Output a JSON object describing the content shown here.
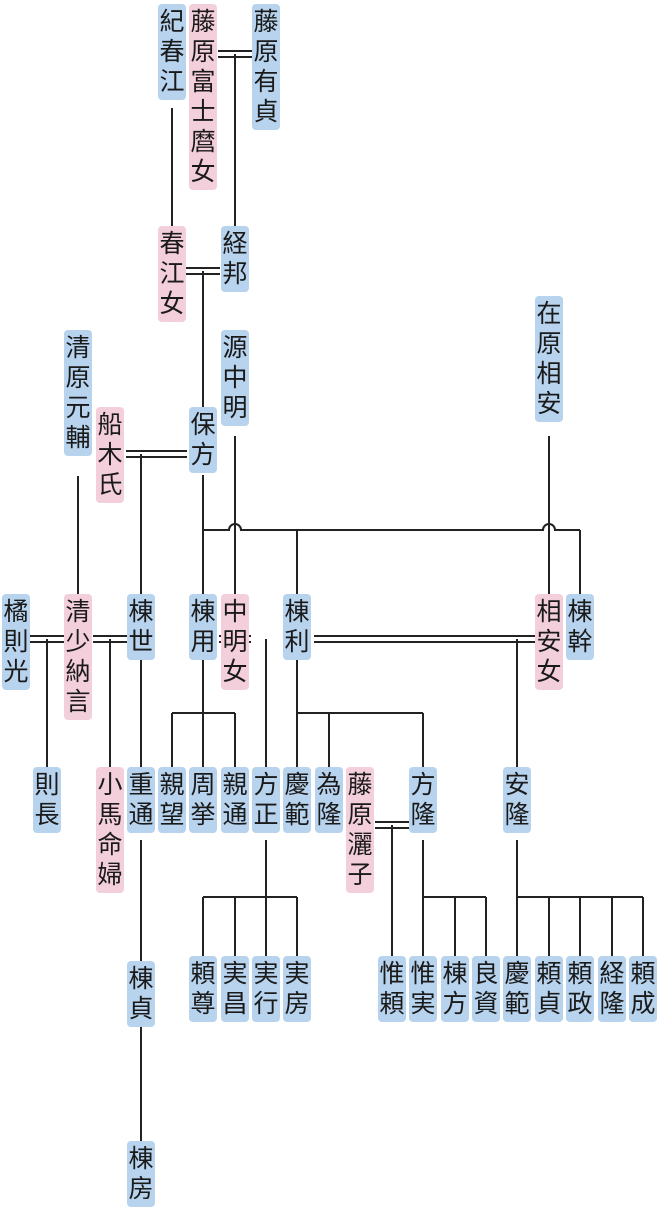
{
  "nodes": {
    "ki_harue": {
      "name": "紀春江",
      "sex": "m"
    },
    "fujiwara_fujimaro_jo": {
      "name": "藤原富士麿女",
      "sex": "f"
    },
    "fujiwara_arisada": {
      "name": "藤原有貞",
      "sex": "m"
    },
    "harue_jo": {
      "name": "春江女",
      "sex": "f"
    },
    "tsunekuni": {
      "name": "経邦",
      "sex": "m"
    },
    "ariwara_sukeyasu": {
      "name": "在原相安",
      "sex": "m"
    },
    "kiyohara_motosuke": {
      "name": "清原元輔",
      "sex": "m"
    },
    "funaki_shi": {
      "name": "船木氏",
      "sex": "f"
    },
    "yasukata": {
      "name": "保方",
      "sex": "m"
    },
    "minamoto_nakaakira": {
      "name": "源中明",
      "sex": "m"
    },
    "tachibana_norimitsu": {
      "name": "橘則光",
      "sex": "m"
    },
    "sei_shonagon": {
      "name": "清少納言",
      "sex": "f"
    },
    "muneyo": {
      "name": "棟世",
      "sex": "m"
    },
    "muneyo2": {
      "name": "棟用",
      "sex": "m"
    },
    "nakaakira_jo": {
      "name": "中明女",
      "sex": "f"
    },
    "munetoshi": {
      "name": "棟利",
      "sex": "m"
    },
    "sukeyasu_jo": {
      "name": "相安女",
      "sex": "f"
    },
    "munemoto": {
      "name": "棟幹",
      "sex": "m"
    },
    "norinaga": {
      "name": "則長",
      "sex": "m"
    },
    "koma_no_myobu": {
      "name": "小馬命婦",
      "sex": "f"
    },
    "shigemichi": {
      "name": "重通",
      "sex": "m"
    },
    "chikamochi": {
      "name": "親望",
      "sex": "m"
    },
    "chikataka": {
      "name": "周挙",
      "sex": "m"
    },
    "chikamichi": {
      "name": "親通",
      "sex": "m"
    },
    "masatada": {
      "name": "方正",
      "sex": "m"
    },
    "yoshinori": {
      "name": "慶範",
      "sex": "m"
    },
    "tametaka": {
      "name": "為隆",
      "sex": "m"
    },
    "fujiwara_reishi": {
      "name": "藤原灑子",
      "sex": "f"
    },
    "masataka": {
      "name": "方隆",
      "sex": "m"
    },
    "yasutaka": {
      "name": "安隆",
      "sex": "m"
    },
    "munesada": {
      "name": "棟貞",
      "sex": "m"
    },
    "yoritaka": {
      "name": "頼尊",
      "sex": "m"
    },
    "sanemasa": {
      "name": "実昌",
      "sex": "m"
    },
    "saneyuki": {
      "name": "実行",
      "sex": "m"
    },
    "sanefusa": {
      "name": "実房",
      "sex": "m"
    },
    "koreyori": {
      "name": "惟頼",
      "sex": "m"
    },
    "koresane": {
      "name": "惟実",
      "sex": "m"
    },
    "munekata": {
      "name": "棟方",
      "sex": "m"
    },
    "yoshisuke": {
      "name": "良資",
      "sex": "m"
    },
    "yoshinori2": {
      "name": "慶範",
      "sex": "m"
    },
    "yorisada": {
      "name": "頼貞",
      "sex": "m"
    },
    "yorimasa": {
      "name": "頼政",
      "sex": "m"
    },
    "tsunetaka": {
      "name": "経隆",
      "sex": "m"
    },
    "yorishige": {
      "name": "頼成",
      "sex": "m"
    },
    "munefusa": {
      "name": "棟房",
      "sex": "m"
    }
  },
  "marriages": [
    [
      "fujiwara_fujimaro_jo",
      "fujiwara_arisada"
    ],
    [
      "harue_jo",
      "tsunekuni"
    ],
    [
      "funaki_shi",
      "yasukata"
    ],
    [
      "tachibana_norimitsu",
      "sei_shonagon"
    ],
    [
      "sei_shonagon",
      "muneyo"
    ],
    [
      "nakaakira_jo",
      "muneyo2"
    ],
    [
      "munetoshi",
      "sukeyasu_jo"
    ],
    [
      "fujiwara_reishi",
      "masataka"
    ]
  ],
  "descents": [
    {
      "parents": [
        "ki_harue"
      ],
      "children": [
        "harue_jo"
      ]
    },
    {
      "parents": [
        "fujiwara_fujimaro_jo",
        "fujiwara_arisada"
      ],
      "children": [
        "tsunekuni"
      ]
    },
    {
      "parents": [
        "harue_jo",
        "tsunekuni"
      ],
      "children": [
        "yasukata"
      ]
    },
    {
      "parents": [
        "kiyohara_motosuke"
      ],
      "children": [
        "sei_shonagon"
      ]
    },
    {
      "parents": [
        "funaki_shi",
        "yasukata"
      ],
      "children": [
        "muneyo"
      ]
    },
    {
      "parents": [
        "yasukata"
      ],
      "children": [
        "muneyo2",
        "munetoshi",
        "munemoto"
      ]
    },
    {
      "parents": [
        "minamoto_nakaakira"
      ],
      "children": [
        "nakaakira_jo"
      ]
    },
    {
      "parents": [
        "ariwara_sukeyasu"
      ],
      "children": [
        "sukeyasu_jo"
      ]
    },
    {
      "parents": [
        "tachibana_norimitsu",
        "sei_shonagon"
      ],
      "children": [
        "norinaga"
      ]
    },
    {
      "parents": [
        "sei_shonagon",
        "muneyo"
      ],
      "children": [
        "koma_no_myobu"
      ]
    },
    {
      "parents": [
        "muneyo"
      ],
      "children": [
        "shigemichi"
      ]
    },
    {
      "parents": [
        "muneyo2"
      ],
      "children": [
        "chikamochi",
        "chikataka",
        "chikamichi"
      ]
    },
    {
      "parents": [
        "nakaakira_jo",
        "muneyo2"
      ],
      "children": [
        "masatada"
      ]
    },
    {
      "parents": [
        "munetoshi"
      ],
      "children": [
        "yoshinori",
        "tametaka",
        "masataka"
      ]
    },
    {
      "parents": [
        "munetoshi",
        "sukeyasu_jo"
      ],
      "children": [
        "yasutaka"
      ]
    },
    {
      "parents": [
        "shigemichi"
      ],
      "children": [
        "munesada"
      ]
    },
    {
      "parents": [
        "munesada"
      ],
      "children": [
        "munefusa"
      ]
    },
    {
      "parents": [
        "masatada"
      ],
      "children": [
        "yoritaka",
        "sanemasa",
        "saneyuki",
        "sanefusa"
      ]
    },
    {
      "parents": [
        "fujiwara_reishi",
        "masataka"
      ],
      "children": [
        "koreyori"
      ]
    },
    {
      "parents": [
        "masataka"
      ],
      "children": [
        "koresane",
        "munekata",
        "yoshisuke"
      ]
    },
    {
      "parents": [
        "yasutaka"
      ],
      "children": [
        "yoshinori2",
        "yorisada",
        "yorimasa",
        "tsunetaka",
        "yorishige"
      ]
    }
  ],
  "colors": {
    "male": "#b7d3ee",
    "female": "#f3cfdb",
    "line": "#222222"
  }
}
